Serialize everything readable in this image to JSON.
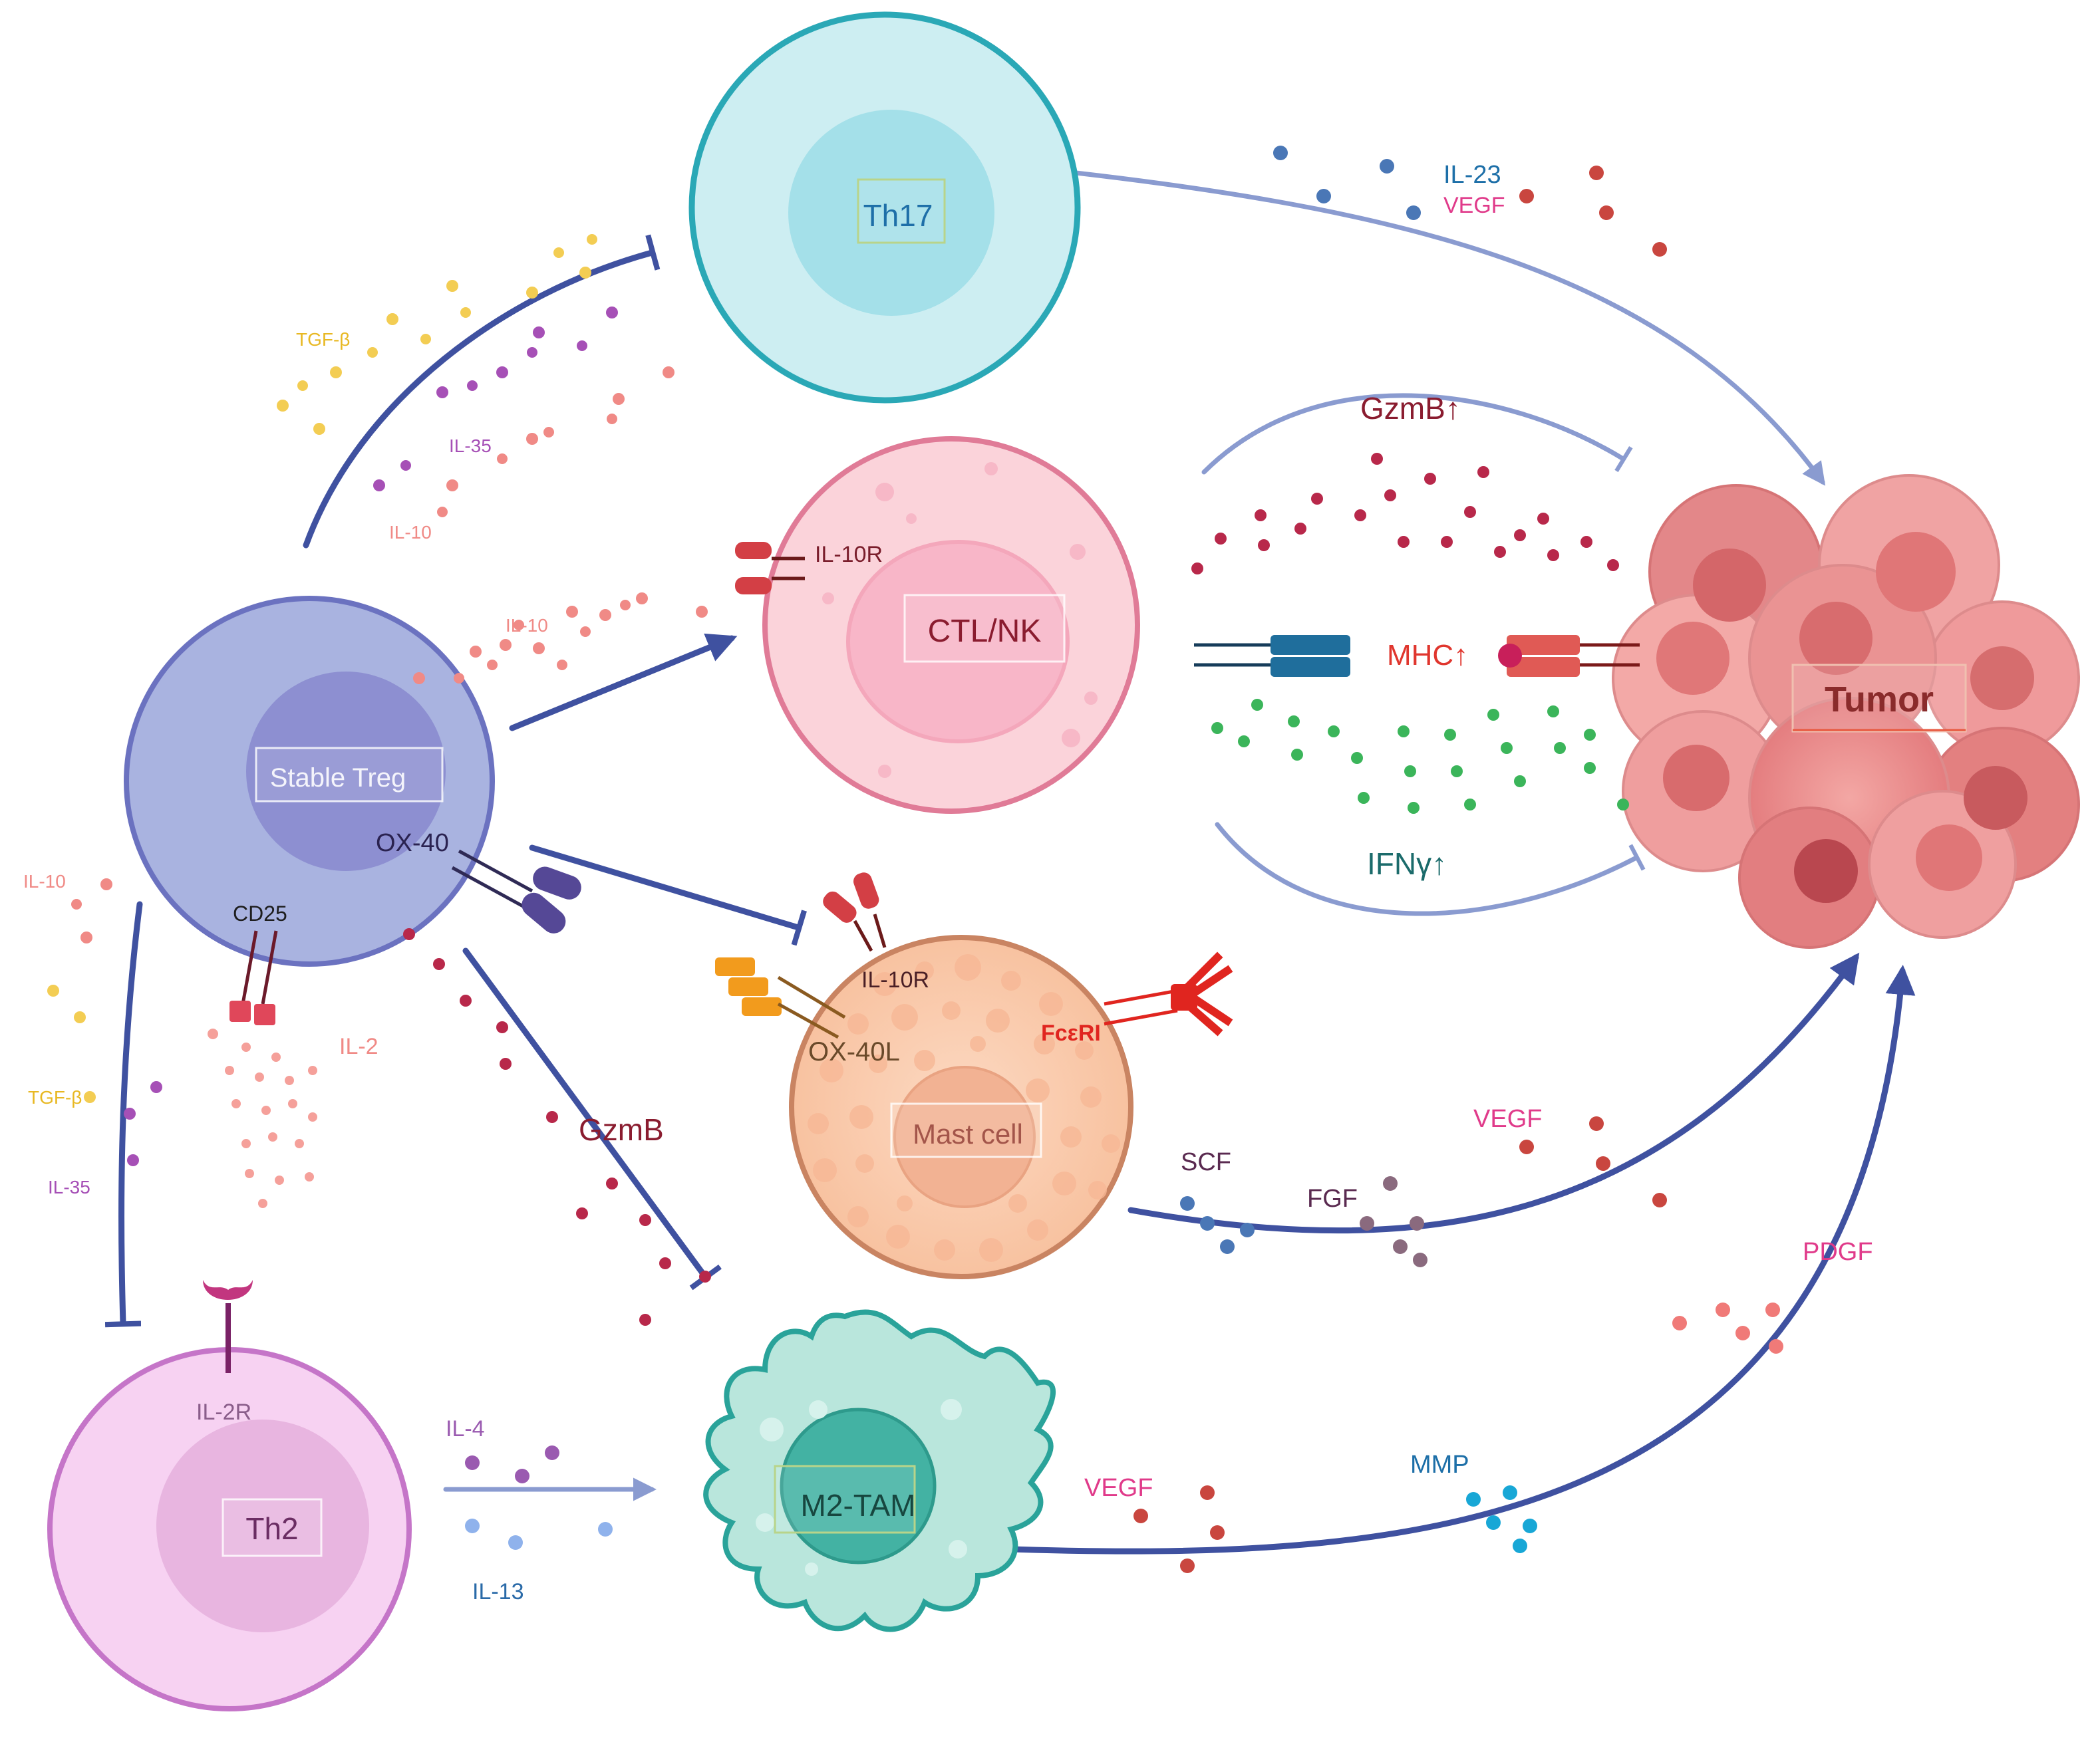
{
  "cells": {
    "th17": "Th17",
    "ctl_nk": "CTL/NK",
    "stable_treg": "Stable Treg",
    "mast_cell": "Mast cell",
    "m2_tam": "M2-TAM",
    "th2": "Th2",
    "tumor": "Tumor"
  },
  "receptors": {
    "il10r_ctl": "IL-10R",
    "il10r_mast": "IL-10R",
    "ox40": "OX-40",
    "ox40l": "OX-40L",
    "cd25": "CD25",
    "il2r": "IL-2R",
    "fceri": "FcεRI",
    "mhc": "MHC↑"
  },
  "mediators": {
    "il23": "IL-23",
    "vegf_top": "VEGF",
    "gzmb_up": "GzmB↑",
    "ifng_up": "IFNγ↑",
    "tgfb_top": "TGF-β",
    "il35_top": "IL-35",
    "il10_top": "IL-10",
    "il10_mid": "IL-10",
    "il10_left": "IL-10",
    "tgfb_left": "TGF-β",
    "il35_left": "IL-35",
    "il2": "IL-2",
    "gzmb": "GzmB",
    "scf": "SCF",
    "fgf": "FGF",
    "vegf_mast": "VEGF",
    "pdgf": "PDGF",
    "il4": "IL-4",
    "il13": "IL-13",
    "vegf_tam": "VEGF",
    "mmp": "MMP"
  },
  "colors": {
    "arrow": "#3f51a0",
    "treg": "#a9b3e0",
    "th17": "#cdeef2",
    "ctl": "#fbd3da",
    "mast": "#fbcfb2",
    "tam": "#b9e6dc",
    "th2": "#f7d2f2",
    "tumor": "#e9898a",
    "il10_dots": "#f08a86",
    "tgfb_dots": "#f3cd53",
    "il35_dots": "#a650b6",
    "gzmb_dots": "#b8284a",
    "ifng_dots": "#3bb55a",
    "il23_dots": "#4a77b6",
    "vegf_dots": "#c9463f",
    "mmp_dots": "#18a7d6"
  }
}
